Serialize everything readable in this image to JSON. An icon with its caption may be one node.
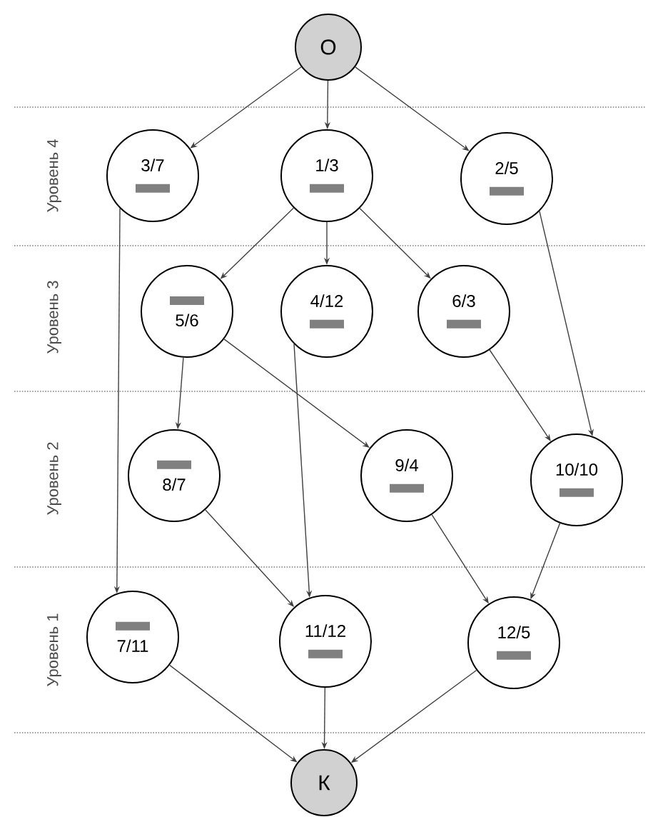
{
  "diagram": {
    "nodes": [
      {
        "text": [
          "О"
        ]
      },
      {
        "text": [
          "3/7"
        ]
      },
      {
        "text": [
          "1/3"
        ]
      },
      {
        "text": [
          "2/5"
        ]
      },
      {
        "text": [
          "5/6"
        ]
      },
      {
        "text": [
          "4/12"
        ]
      },
      {
        "text": [
          "6/3"
        ]
      },
      {
        "text": [
          "8/7"
        ]
      },
      {
        "text": [
          "9/4"
        ]
      },
      {
        "text": [
          "10/10"
        ]
      },
      {
        "text": [
          "7/11"
        ]
      },
      {
        "text": [
          "11/12"
        ]
      },
      {
        "text": [
          "12/5"
        ]
      },
      {
        "text": [
          "К"
        ]
      }
    ],
    "edges": [
      {
        "from": 0,
        "to": 1,
        "arrow": "to"
      },
      {
        "from": 0,
        "to": 2,
        "arrow": "to"
      },
      {
        "from": 0,
        "to": 3,
        "arrow": "to"
      },
      {
        "from": 2,
        "to": 4,
        "arrow": "to"
      },
      {
        "from": 2,
        "to": 5,
        "arrow": "to"
      },
      {
        "from": 2,
        "to": 6,
        "arrow": "to"
      },
      {
        "from": 1,
        "to": 10,
        "arrow": "to"
      },
      {
        "from": 3,
        "to": 9,
        "arrow": "to"
      },
      {
        "from": 4,
        "to": 7,
        "arrow": "to"
      },
      {
        "from": 4,
        "to": 8,
        "arrow": "to"
      },
      {
        "from": 5,
        "to": 11,
        "arrow": "to"
      },
      {
        "from": 6,
        "to": 9,
        "arrow": "to"
      },
      {
        "from": 7,
        "to": 11,
        "arrow": "to"
      },
      {
        "from": 8,
        "to": 12,
        "arrow": "to"
      },
      {
        "from": 9,
        "to": 12,
        "arrow": "to"
      },
      {
        "from": 10,
        "to": 13,
        "arrow": "to"
      },
      {
        "from": 11,
        "to": 13,
        "arrow": "to"
      },
      {
        "from": 12,
        "to": 13,
        "arrow": "to"
      }
    ],
    "labels": [
      "Уровень 4",
      "Уровень 3",
      "Уровень 2",
      "Уровень 1"
    ]
  }
}
